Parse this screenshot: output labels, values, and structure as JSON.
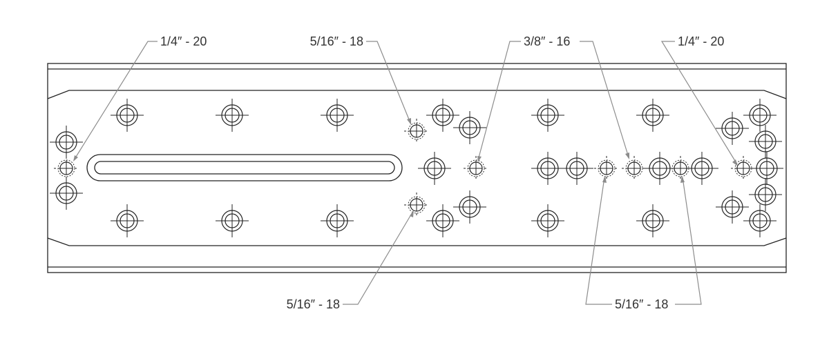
{
  "callouts": [
    {
      "id": "left-quarter",
      "text": "1/4″ - 20"
    },
    {
      "id": "top-five-sixteenths",
      "text": "5/16″ - 18"
    },
    {
      "id": "three-eighths",
      "text": "3/8″ - 16"
    },
    {
      "id": "right-quarter",
      "text": "1/4″ - 20"
    },
    {
      "id": "bottom-five-sixteenths-left",
      "text": "5/16″ - 18"
    },
    {
      "id": "bottom-five-sixteenths-right",
      "text": "5/16″ - 18"
    }
  ],
  "colors": {
    "line": "#222222",
    "leader": "#8c8c8c",
    "label": "#333333",
    "background": "#ffffff"
  }
}
